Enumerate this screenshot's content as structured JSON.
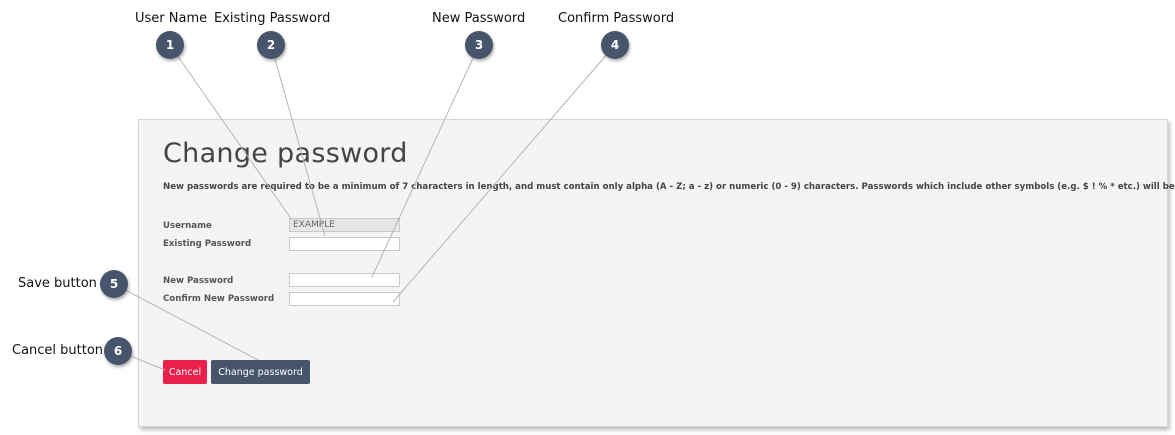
{
  "callouts": {
    "user_name": "User Name",
    "existing_password": "Existing Password",
    "new_password": "New Password",
    "confirm_password": "Confirm Password",
    "save_button": "Save button",
    "cancel_button": "Cancel button"
  },
  "markers": [
    "1",
    "2",
    "3",
    "4",
    "5",
    "6"
  ],
  "form": {
    "title": "Change password",
    "intro": "New passwords are required to be a minimum of 7 characters in length, and must contain only alpha (A - Z; a - z) or numeric (0 - 9) characters. Passwords which include other symbols (e.g. $ ! % * etc.) will be rejected.",
    "username_label": "Username",
    "username_value": "EXAMPLE",
    "existing_password_label": "Existing Password",
    "new_password_label": "New Password",
    "confirm_password_label": "Confirm New Password",
    "cancel_label": "Cancel",
    "save_label": "Change password"
  },
  "colors": {
    "marker": "#46556b",
    "cancel": "#e8204a",
    "save": "#46556b",
    "panel": "#f4f4f4"
  }
}
